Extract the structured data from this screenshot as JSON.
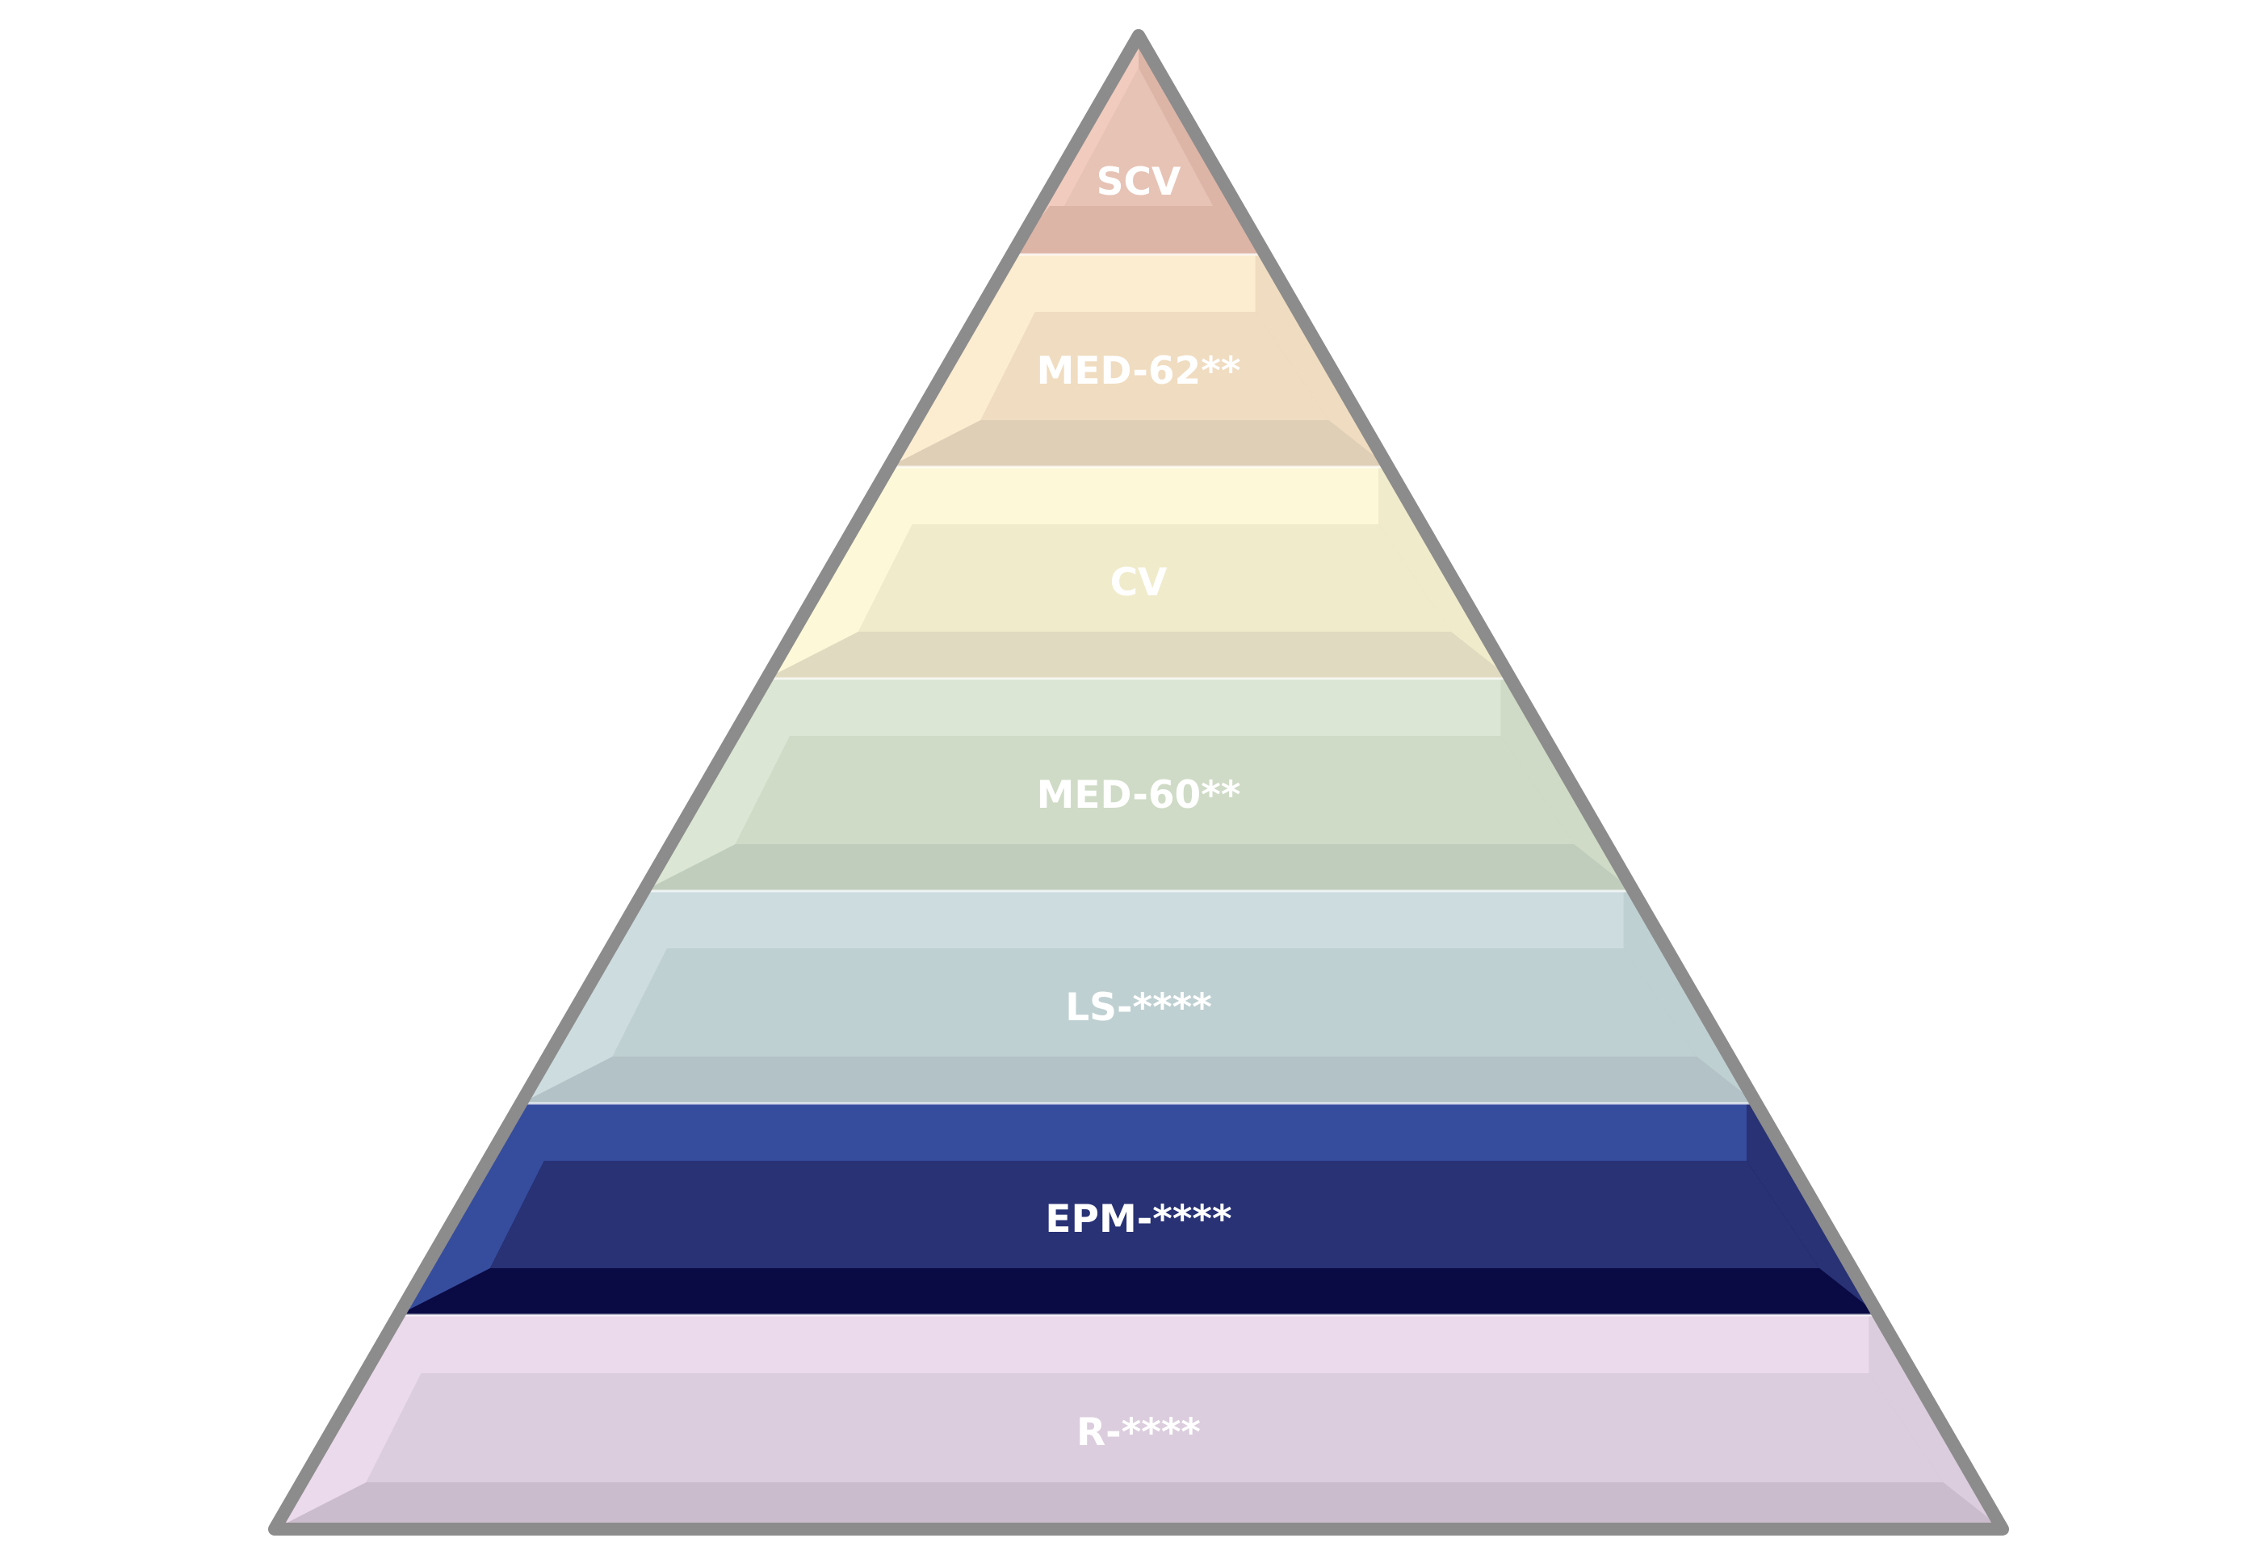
{
  "diagram": {
    "type": "pyramid",
    "outline_color": "#8c8c8c",
    "tiers": [
      {
        "label": "SCV",
        "color": "#e7c3b5",
        "highlight": "#f1cbbd",
        "shadow": "#dcb5a7",
        "label_color": "#ffffff"
      },
      {
        "label": "MED-62**",
        "color": "#f0dcc0",
        "highlight": "#fcecd0",
        "shadow": "#dfcfb6",
        "label_color": "#ffffff"
      },
      {
        "label": "CV",
        "color": "#f0ebcb",
        "highlight": "#fdf8d7",
        "shadow": "#e0dac0",
        "label_color": "#ffffff"
      },
      {
        "label": "MED-60**",
        "color": "#cfdbc6",
        "highlight": "#dbe6d4",
        "shadow": "#c0cdbc",
        "label_color": "#ffffff"
      },
      {
        "label": "LS-****",
        "color": "#bfd0d2",
        "highlight": "#cddcdf",
        "shadow": "#b3c2c6",
        "label_color": "#ffffff"
      },
      {
        "label": "EPM-****",
        "color": "#283275",
        "highlight": "#364c9d",
        "shadow": "#0a0a44",
        "label_color": "#ffffff"
      },
      {
        "label": "R-****",
        "color": "#dbcddd",
        "highlight": "#ebdaeb",
        "shadow": "#cbbccd",
        "label_color": "#ffffff"
      }
    ]
  }
}
